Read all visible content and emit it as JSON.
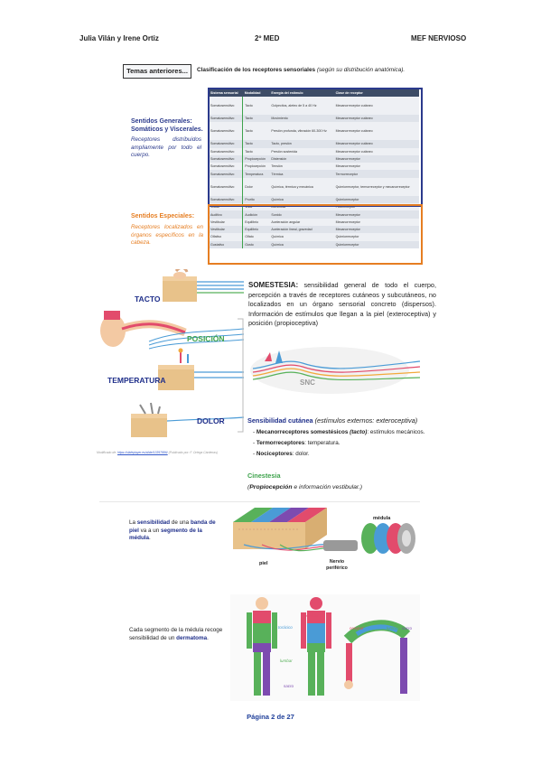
{
  "header": {
    "left": "Julia Vilán y Irene Ortiz",
    "center": "2º MED",
    "right": "MEF NERVIOSO"
  },
  "section1": {
    "temas_button": "Temas anteriores...",
    "title": "Clasificación de los receptores sensoriales",
    "title_note": "(según su distribución anatómica).",
    "generales_title": "Sentidos Generales: Somáticos y Viscerales.",
    "generales_desc": "Receptores distribuidos ampliamente por todo el cuerpo.",
    "especiales_title": "Sentidos Especiales:",
    "especiales_desc": "Receptores localizados en órganos específicos en la cabeza.",
    "table": {
      "headers": [
        "Sistema sensorial",
        "Modalidad",
        "Energía del estímulo",
        "Clase de receptor"
      ],
      "rows": [
        [
          "Somatosensitivo",
          "Tacto",
          "Golpecitos, aleteo de 5 a 40 Hz",
          "Mecanorreceptor cutáneo"
        ],
        [
          "Somatosensitivo",
          "Tacto",
          "Movimiento",
          "Mecanorreceptor cutáneo"
        ],
        [
          "Somatosensitivo",
          "Tacto",
          "Presión profunda, vibración 60-300 Hz",
          "Mecanorreceptor cutáneo"
        ],
        [
          "Somatosensitivo",
          "Tacto",
          "Tacto, presión",
          "Mecanorreceptor cutáneo"
        ],
        [
          "Somatosensitivo",
          "Tacto",
          "Presión sostenida",
          "Mecanorreceptor cutáneo"
        ],
        [
          "Somatosensitivo",
          "Propiocepción",
          "Distensión",
          "Mecanorreceptor"
        ],
        [
          "Somatosensitivo",
          "Propiocepción",
          "Tensión",
          "Mecanorreceptor"
        ],
        [
          "Somatosensitivo",
          "Temperatura",
          "Térmica",
          "Termorreceptor"
        ],
        [
          "Somatosensitivo",
          "Dolor",
          "Química, térmica y mecánica",
          "Quimiorreceptor, termorreceptor y mecanorreceptor"
        ],
        [
          "Somatosensitivo",
          "Prurito",
          "Química",
          "Quimiorreceptor"
        ],
        [
          "Visual",
          "Vista",
          "Luminosa",
          "Fotorreceptor"
        ],
        [
          "Auditivo",
          "Audición",
          "Sonido",
          "Mecanorreceptor"
        ],
        [
          "Vestibular",
          "Equilibrio",
          "Aceleración angular",
          "Mecanorreceptor"
        ],
        [
          "Vestibular",
          "Equilibrio",
          "Aceleración lineal, gravedad",
          "Mecanorreceptor"
        ],
        [
          "Olfativo",
          "Olfato",
          "Química",
          "Quimiorreceptor"
        ],
        [
          "Gustativo",
          "Gusto",
          "Química",
          "Quimiorreceptor"
        ]
      ]
    }
  },
  "section2": {
    "labels": {
      "tacto": "TACTO",
      "posicion": "POSICIÓN",
      "temperatura": "TEMPERATURA",
      "dolor": "DOLOR",
      "snc": "SNC"
    },
    "somestesia_term": "SOMESTESIA:",
    "somestesia_text": "sensibilidad general de todo el cuerpo, percepción a través de receptores cutáneos y subcutáneos, no localizados en un órgano sensorial concreto (dispersos). Información de estímulos que llegan a la piel (exteroceptiva) y posición (propioceptiva)",
    "cutanea_title": "Sensibilidad cutánea",
    "cutanea_note": "(estímulos externos: exteroceptiva)",
    "cutanea_items": [
      {
        "term": "Mecanorreceptores somestésicos",
        "term_note": "(tacto)",
        "text": ": estímulos mecánicos."
      },
      {
        "term": "Termorreceptores",
        "term_note": "",
        "text": ": temperatura."
      },
      {
        "term": "Nociceptores",
        "term_note": "",
        "text": ": dolor."
      }
    ],
    "cinestesia_title": "Cinestesia",
    "cinestesia_desc_bold": "Propiocepción",
    "cinestesia_desc_rest": " e información vestibular.",
    "caption_pre": "Modificado de: ",
    "caption_link": "https://slideplayer.es/slide/13357886/",
    "caption_post": " (Publicado por: F. Ortega Cárdenas)"
  },
  "section3": {
    "sensib_parts": [
      "La ",
      "sensibilidad",
      " de una ",
      "banda de piel",
      " va a un ",
      "segmento de la médula",
      "."
    ],
    "labels": {
      "medula": "médula",
      "piel": "piel",
      "nervio": "Nervio periférico"
    },
    "derma_parts": [
      "Cada segmento de la médula recoge sensibilidad de un ",
      "dermatoma",
      "."
    ],
    "dermatome_labels": {
      "cervical": "cervical",
      "toracico": "torácico",
      "lumbar": "lumbar",
      "sacro": "sacro"
    }
  },
  "footer": {
    "page": "Página 2 de 27"
  },
  "colors": {
    "blue": "#2b3a8c",
    "orange": "#e67e22",
    "green": "#3fa34d",
    "navy": "#1f2f8a"
  }
}
